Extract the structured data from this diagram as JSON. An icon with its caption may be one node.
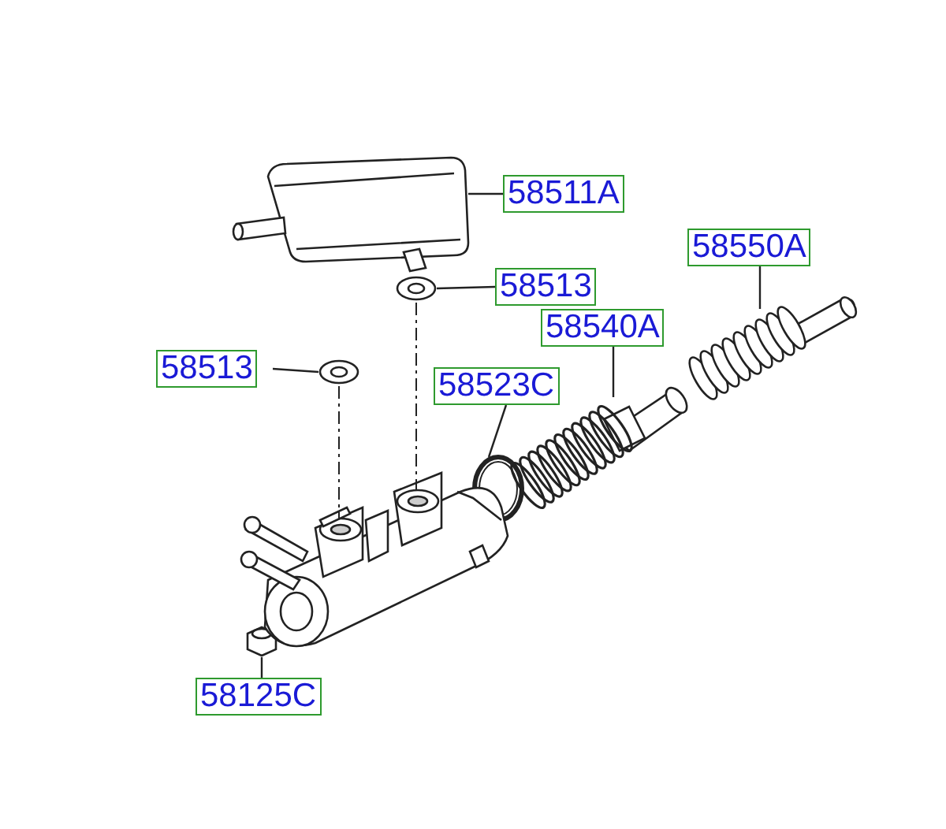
{
  "diagram": {
    "nodes": [
      {
        "text": [
          "58511A"
        ]
      },
      {
        "text": [],
        "shape": "picture"
      },
      {
        "text": [
          "58513"
        ]
      },
      {
        "text": [],
        "shape": "picture"
      },
      {
        "text": [
          "58550A"
        ]
      },
      {
        "text": [],
        "shape": "picture"
      },
      {
        "text": [
          "58540A"
        ]
      },
      {
        "text": [],
        "shape": "picture"
      },
      {
        "text": [
          "58513"
        ]
      },
      {
        "text": [],
        "shape": "picture"
      },
      {
        "text": [
          "58523C"
        ]
      },
      {
        "text": [],
        "shape": "picture"
      },
      {
        "text": [
          "58125C"
        ]
      },
      {
        "text": [],
        "shape": "picture"
      },
      {
        "text": [],
        "shape": "picture"
      }
    ],
    "edges": [
      {
        "from": 0,
        "to": 1,
        "arrow": "none"
      },
      {
        "from": 2,
        "to": 3,
        "arrow": "none"
      },
      {
        "from": 4,
        "to": 5,
        "arrow": "none"
      },
      {
        "from": 6,
        "to": 7,
        "arrow": "none"
      },
      {
        "from": 8,
        "to": 9,
        "arrow": "none"
      },
      {
        "from": 10,
        "to": 11,
        "arrow": "none"
      },
      {
        "from": 12,
        "to": 13,
        "arrow": "none"
      },
      {
        "from": 3,
        "to": 14,
        "arrow": "none",
        "style": "dashed"
      },
      {
        "from": 9,
        "to": 14,
        "arrow": "none",
        "style": "dashed"
      }
    ]
  }
}
